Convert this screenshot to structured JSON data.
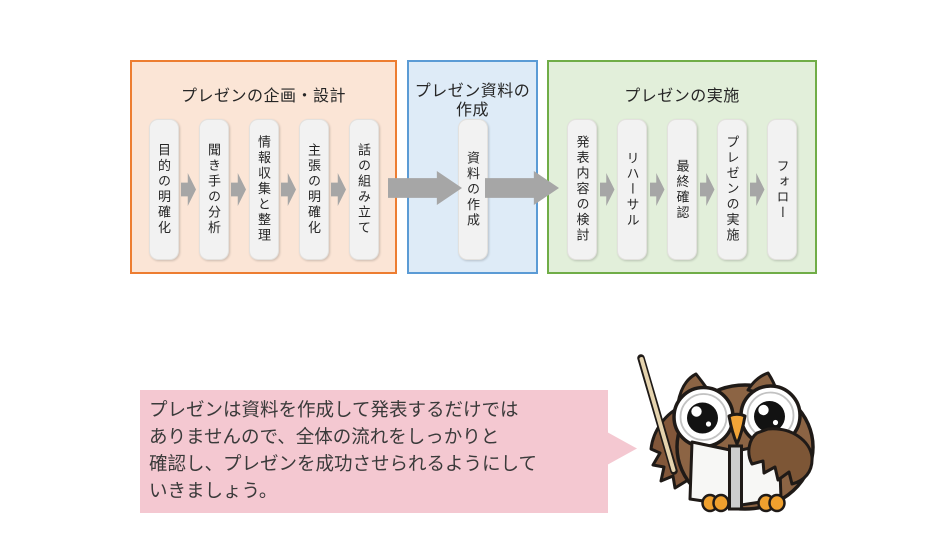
{
  "theme": {
    "plan-border": "#ED7D31",
    "plan-bg": "#FBE5D6",
    "create-border": "#5B9BD5",
    "create-bg": "#DEEBF7",
    "do-border": "#70AD47",
    "do-bg": "#E2EFDA",
    "arrow": "#A6A6A6",
    "pill-bg": "#F2F2F2",
    "callout-bg": "#F4C8D1",
    "text": "#262626"
  },
  "flow": {
    "stages": [
      {
        "id": "plan",
        "title": "プレゼンの企画・設計",
        "steps": [
          "目的の明確化",
          "聞き手の分析",
          "情報収集と整理",
          "主張の明確化",
          "話の組み立て"
        ]
      },
      {
        "id": "create",
        "title": "プレゼン資料の作成",
        "steps": [
          "資料の作成"
        ]
      },
      {
        "id": "implement",
        "title": "プレゼンの実施",
        "steps": [
          "発表内容の検討",
          "リハーサル",
          "最終確認",
          "プレゼンの実施",
          "フォロー"
        ]
      }
    ]
  },
  "callout": {
    "lines": [
      "プレゼンは資料を作成して発表するだけでは",
      "ありませんので、全体の流れをしっかりと",
      "確認し、プレゼンを成功させられるようにして",
      "いきましょう。"
    ]
  },
  "mascot": {
    "icon": "owl-teacher-with-pointer-and-book"
  }
}
